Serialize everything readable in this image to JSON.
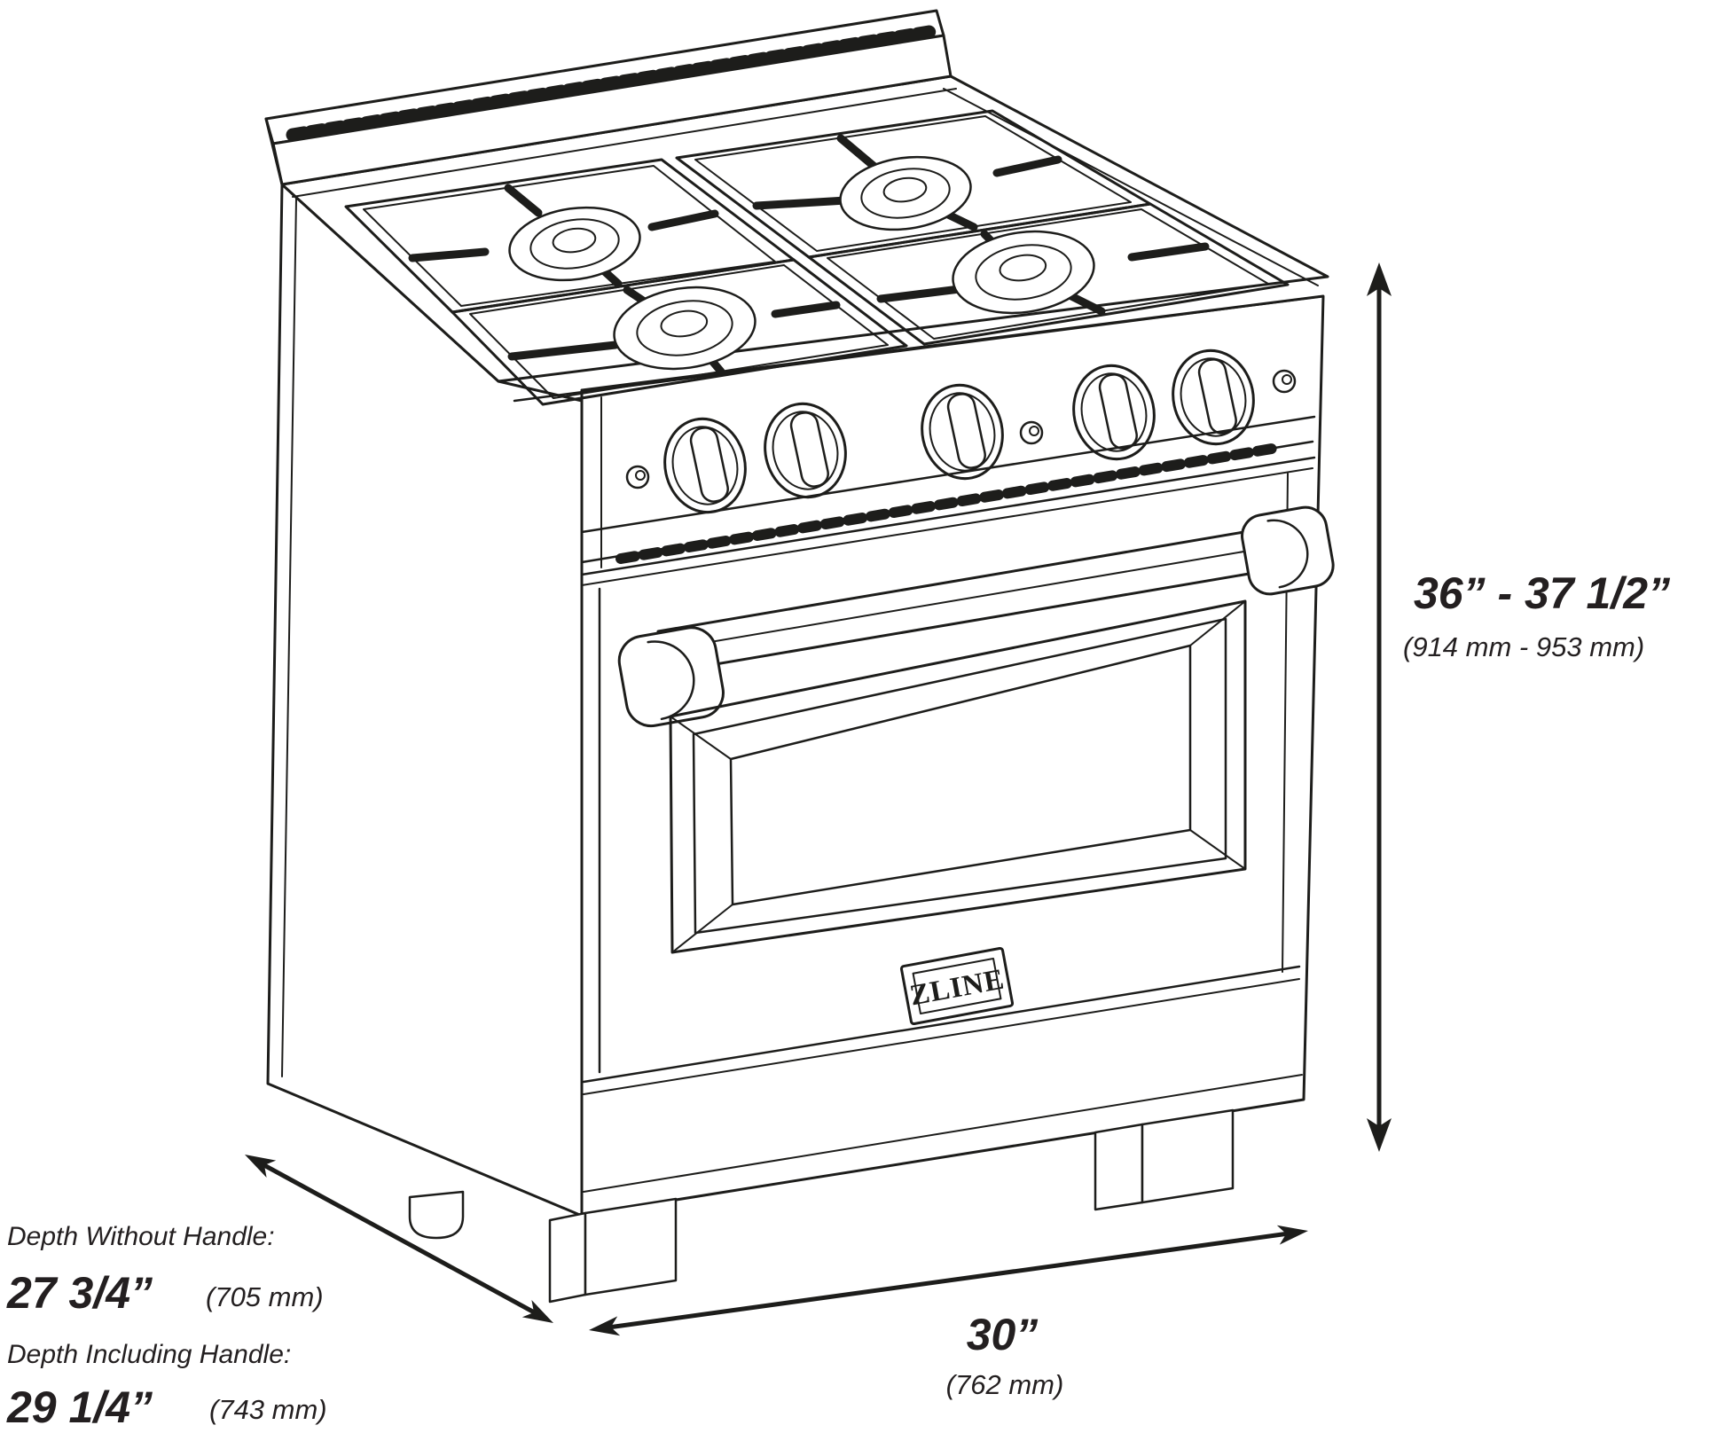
{
  "page": {
    "background_color": "#ffffff",
    "line_color": "#1d1d1b",
    "description_of_visual": "black and white isometric technical line drawing of a 4-burner gas range with oven, with dimension arrows"
  },
  "badge": {
    "brand": "ZLINE"
  },
  "dimensions": {
    "height": {
      "value": "36” - 37 1/2”",
      "metric": "(914 mm - 953 mm)"
    },
    "depth_without_handle": {
      "label": "Depth Without Handle:",
      "value": "27 3/4”",
      "metric": "(705 mm)"
    },
    "depth_including_handle": {
      "label": "Depth Including Handle:",
      "value": "29 1/4”",
      "metric": "(743 mm)"
    },
    "width": {
      "value": "30”",
      "metric": "(762 mm)"
    }
  }
}
